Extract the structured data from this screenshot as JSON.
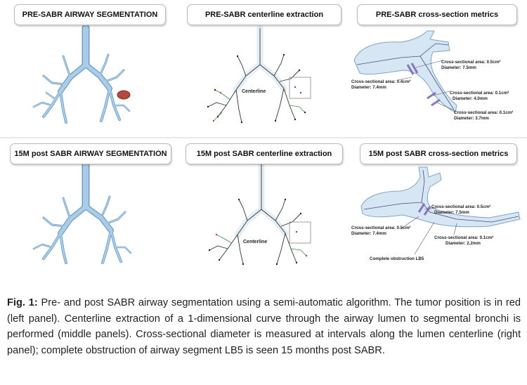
{
  "panels": {
    "pre_seg": {
      "title": "PRE-SABR AIRWAY SEGMENTATION"
    },
    "pre_center": {
      "title": "PRE-SABR centerline extraction",
      "centerline_label": "Centerline"
    },
    "pre_cross": {
      "title": "PRE-SABR cross-section metrics",
      "annotations": [
        {
          "area": "Cross-sectional area: 0.5cm²",
          "diameter": "Diameter: 7.5mm"
        },
        {
          "area": "Cross-sectional area: 0.4cm²",
          "diameter": "Diameter: 7.4mm"
        },
        {
          "area": "Cross-sectional area: 0.1cm²",
          "diameter": "Diameter: 4.0mm"
        },
        {
          "area": "Cross-sectional area: 0.1cm²",
          "diameter": "Diameter: 3.7mm"
        }
      ]
    },
    "post_seg": {
      "title": "15M post SABR AIRWAY SEGMENTATION"
    },
    "post_center": {
      "title": "15M post SABR centerline extraction",
      "centerline_label": "Centerline"
    },
    "post_cross": {
      "title": "15M post SABR cross-section metrics",
      "annotations": [
        {
          "area": "Cross-sectional area: 0.5cm²",
          "diameter": "Diameter: 7.5mm"
        },
        {
          "area": "Cross-sectional area: 0.5cm²",
          "diameter": "Diameter: 7.4mm"
        },
        {
          "area": "Cross-sectional area: 0.1cm²",
          "diameter": "Diameter: 2.2mm"
        }
      ],
      "obstruction_label": "Complete obstruction LB5"
    }
  },
  "caption": {
    "label": "Fig. 1:",
    "text": " Pre- and post SABR airway segmentation using a semi-automatic algorithm. The tumor position is in red (left panel). Centerline extraction of a 1-dimensional curve through the airway lumen to segmental bronchi is performed (middle panels). Cross-sectional diameter is measured at intervals along the lumen centerline (right panel); complete obstruction of airway segment LB5 is seen 15 months post SABR."
  },
  "colors": {
    "airway_fill": "#a9cde8",
    "airway_stroke": "#6f9cc0",
    "tumor": "#b5473c",
    "centerline": "#333333",
    "ring": "#7a62b8"
  }
}
